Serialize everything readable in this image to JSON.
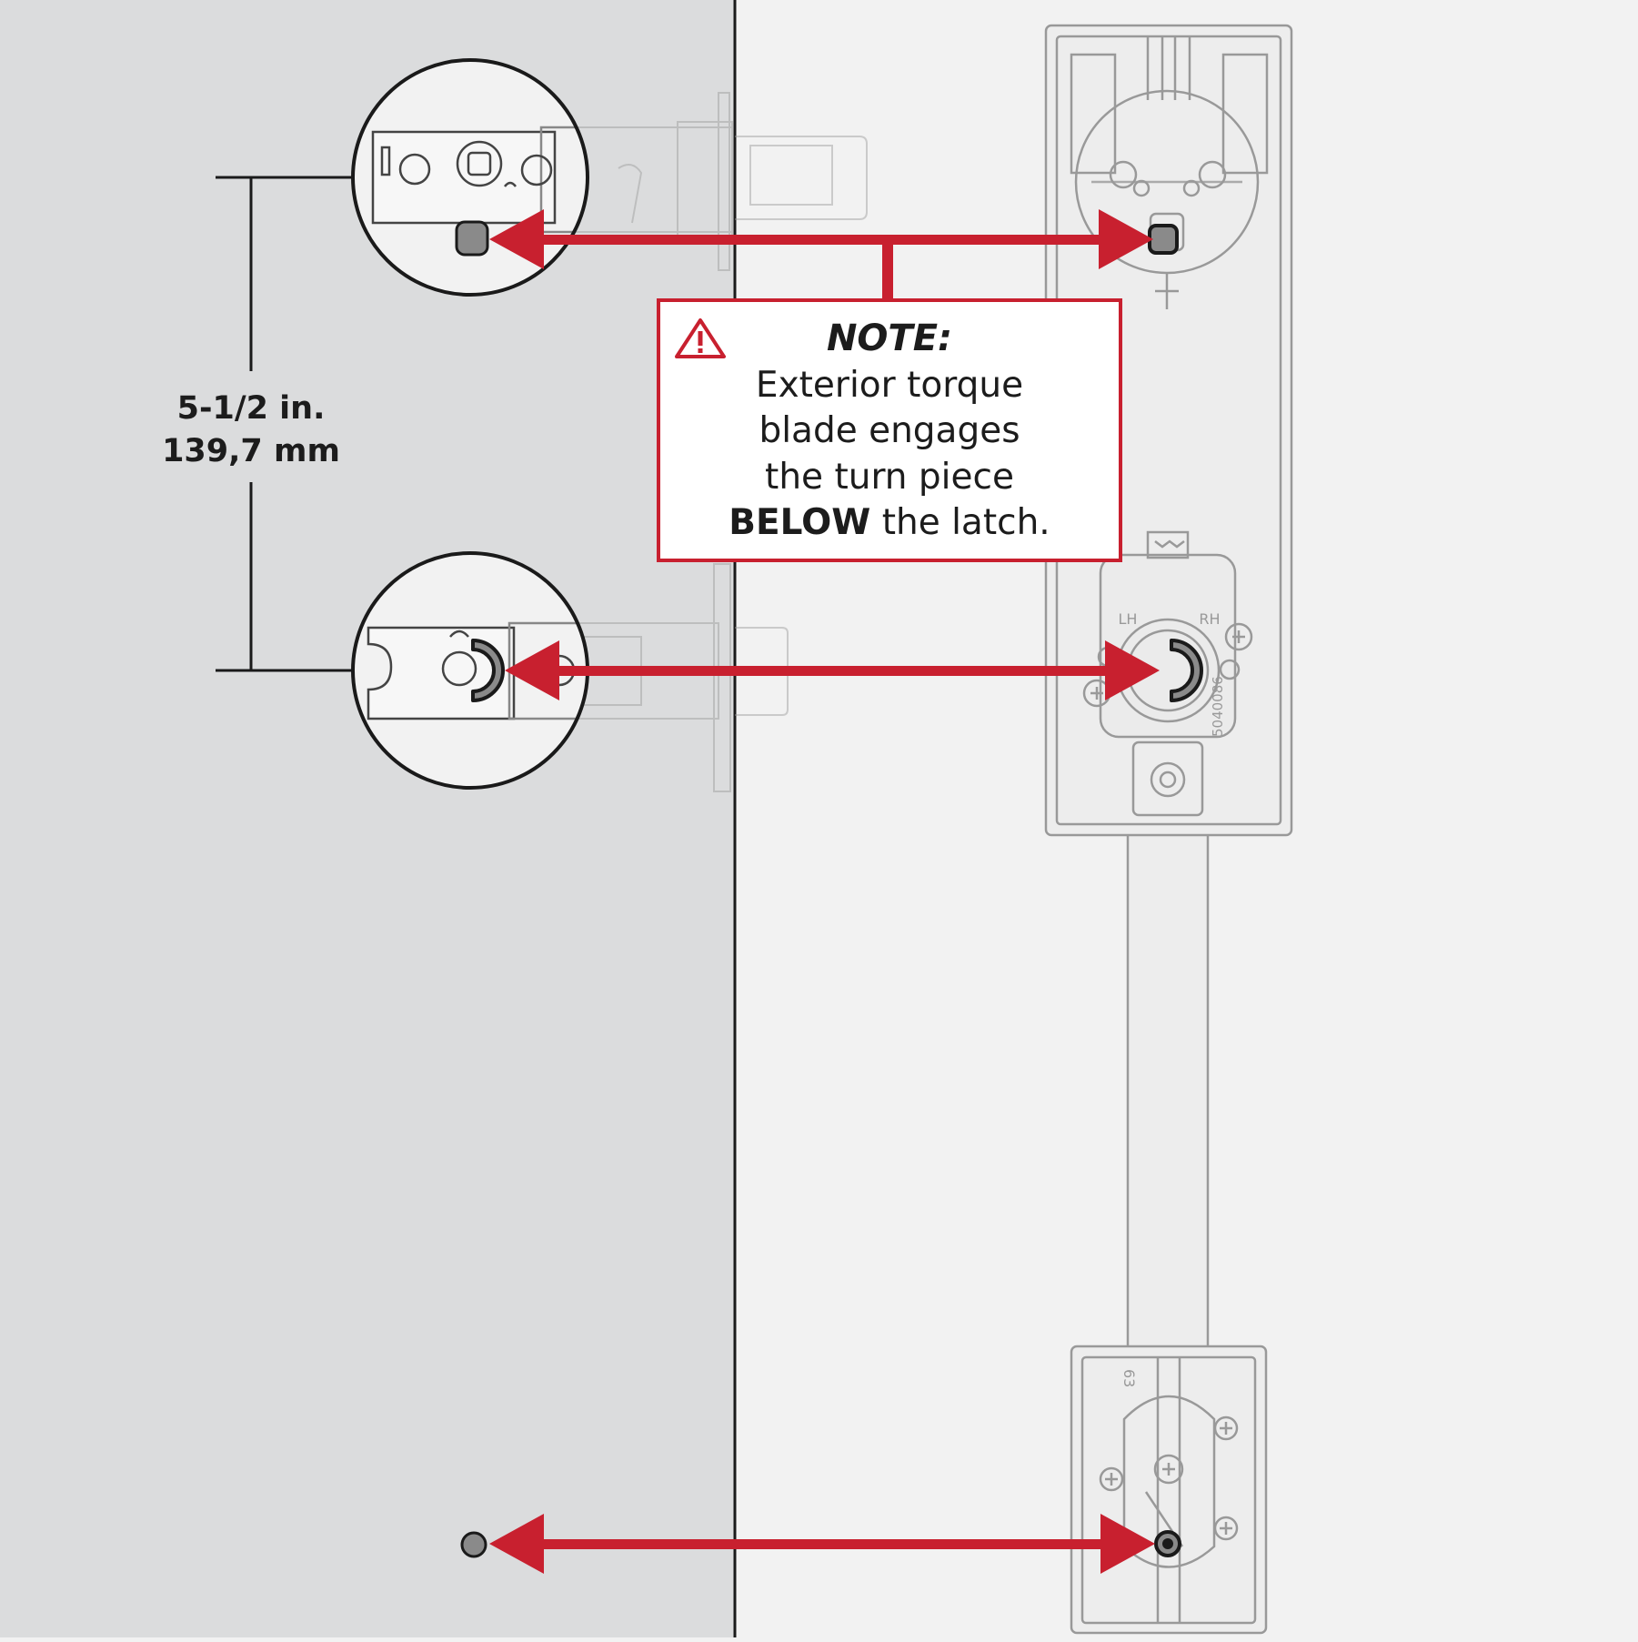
{
  "dimension": {
    "imperial": "5-1/2 in.",
    "metric": "139,7 mm"
  },
  "note": {
    "title": "NOTE:",
    "line1": "Exterior torque",
    "line2": "blade engages",
    "line3": "the turn piece",
    "line4_bold": "BELOW",
    "line4_rest": " the latch."
  },
  "part_codes": {
    "handing_left": "LH",
    "handing_right": "RH",
    "part_number": "5040086",
    "lower_code": "63"
  },
  "colors": {
    "door_edge": "#dbdcdd",
    "door_face": "#f2f2f2",
    "arrow_red": "#c8202f",
    "outline": "#1a1a1a",
    "part_gray": "#8a8a8a"
  },
  "icons": [
    "warning-triangle-icon"
  ]
}
